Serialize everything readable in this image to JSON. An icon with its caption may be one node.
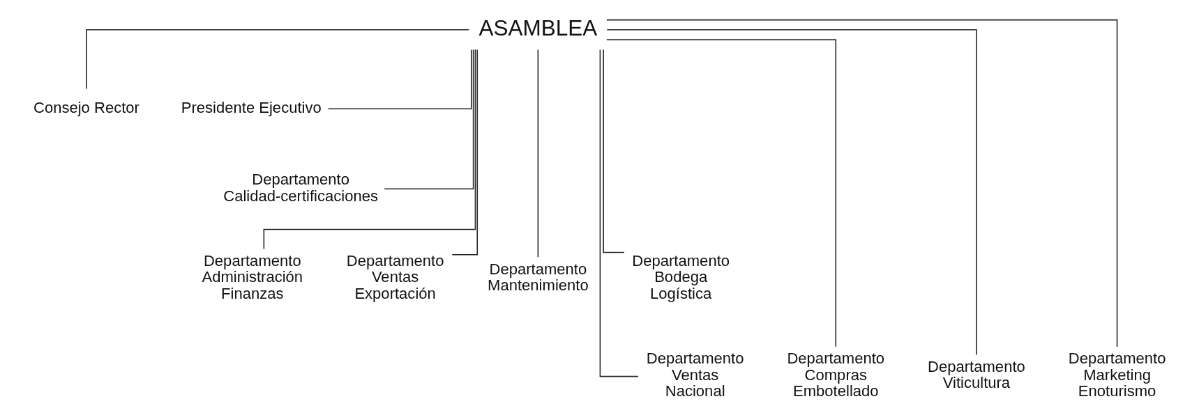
{
  "diagram": {
    "nodes": [
      {
        "text": [
          "ASAMBLEA"
        ]
      },
      {
        "text": [
          "Consejo Rector"
        ]
      },
      {
        "text": [
          "Presidente Ejecutivo"
        ]
      },
      {
        "text": [
          "Departamento Calidad-certificaciones"
        ]
      },
      {
        "text": [
          "Departamento Administración Finanzas"
        ]
      },
      {
        "text": [
          "Departamento Ventas Exportación"
        ]
      },
      {
        "text": [
          "Departamento Mantenimiento"
        ]
      },
      {
        "text": [
          "Departamento Bodega Logística"
        ]
      },
      {
        "text": [
          "Departamento Ventas Nacional"
        ]
      },
      {
        "text": [
          "Departamento Compras Embotellado"
        ]
      },
      {
        "text": [
          "Departamento Viticultura"
        ]
      },
      {
        "text": [
          "Departamento Marketing Enoturismo"
        ]
      }
    ],
    "edges": [
      {
        "from": 0,
        "to": 1,
        "arrow": "none"
      },
      {
        "from": 0,
        "to": 2,
        "arrow": "none"
      },
      {
        "from": 0,
        "to": 3,
        "arrow": "none"
      },
      {
        "from": 0,
        "to": 4,
        "arrow": "none"
      },
      {
        "from": 0,
        "to": 8,
        "arrow": "none"
      },
      {
        "from": 0,
        "to": 5,
        "arrow": "none"
      },
      {
        "from": 0,
        "to": 9,
        "arrow": "none"
      },
      {
        "from": 0,
        "to": 6,
        "arrow": "none"
      },
      {
        "from": 0,
        "to": 10,
        "arrow": "none"
      },
      {
        "from": 0,
        "to": 7,
        "arrow": "none"
      },
      {
        "from": 0,
        "to": 11,
        "arrow": "none"
      }
    ]
  }
}
